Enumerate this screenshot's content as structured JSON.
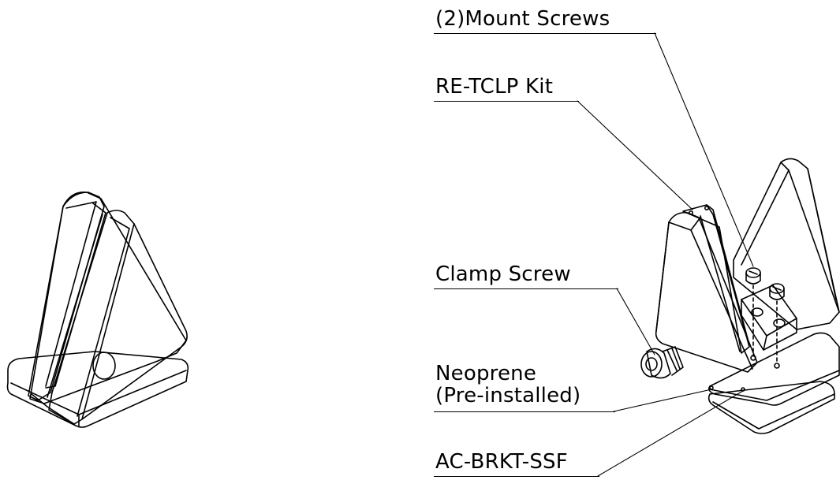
{
  "labels": {
    "mount_screws": "(2)Mount Screws",
    "kit": "RE-TCLP Kit",
    "clamp_screw": "Clamp Screw",
    "neoprene_line1": "Neoprene",
    "neoprene_line2": "(Pre-installed)",
    "bracket": "AC-BRKT-SSF"
  }
}
